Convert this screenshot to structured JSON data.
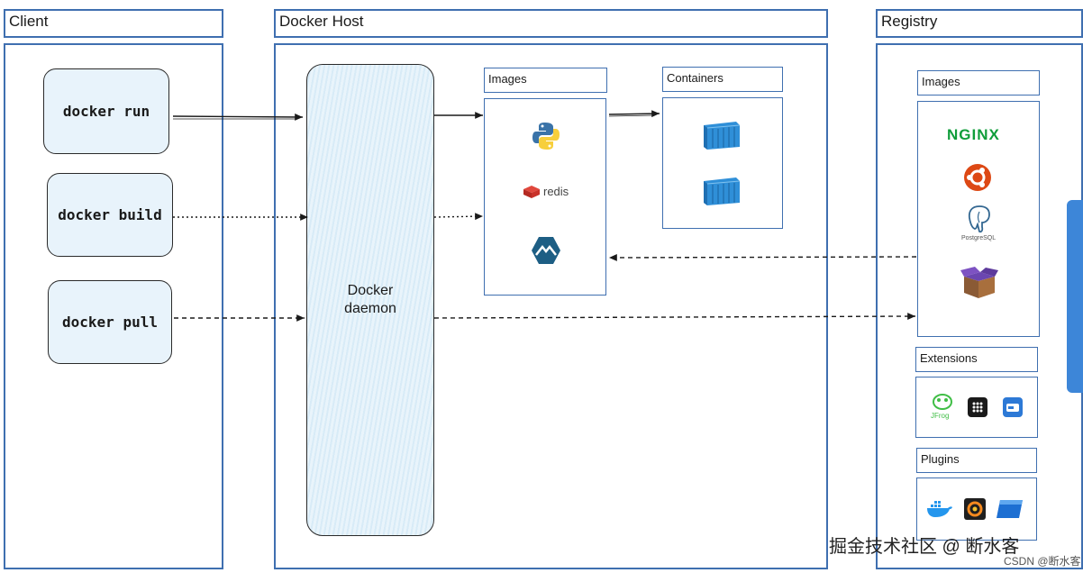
{
  "columns": {
    "client": "Client",
    "host": "Docker Host",
    "registry": "Registry"
  },
  "commands": {
    "run": "docker run",
    "build": "docker build",
    "pull": "docker pull"
  },
  "daemon": {
    "line1": "Docker",
    "line2": "daemon"
  },
  "host": {
    "images_label": "Images",
    "containers_label": "Containers",
    "images": [
      "python-icon",
      "redis",
      "alpine-icon"
    ],
    "redis_text": "redis"
  },
  "registry": {
    "images_label": "Images",
    "extensions_label": "Extensions",
    "plugins_label": "Plugins",
    "nginx_text": "NGINX",
    "postgres_text": "PostgreSQL",
    "jfrog_text": "JFrog"
  },
  "watermark": {
    "main": "掘金技术社区 @ 断水客",
    "sub": "CSDN @断水客"
  },
  "colors": {
    "border_blue": "#3f6fb0",
    "command_fill": "#e8f3fb",
    "accent_tab": "#3d86d8",
    "container_blue": "#2f8fd8",
    "nginx_green": "#0f9d3a",
    "ubuntu_orange": "#dd4814",
    "redis_red": "#d82c20"
  }
}
